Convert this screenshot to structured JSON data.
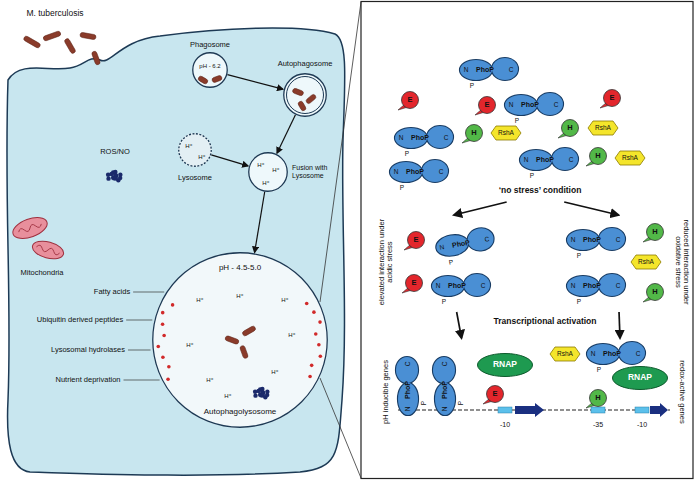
{
  "diagram": {
    "nodes": [
      {
        "text": [
          "Phagosome",
          "pH - 6.2"
        ]
      },
      {
        "text": [
          "Autophagosome"
        ]
      },
      {
        "text": [
          "Lysosome"
        ]
      },
      {
        "text": [
          "Fusion with Lysosome"
        ]
      },
      {
        "text": [
          "pH - 4.5-5.0",
          "Autophagolysosome"
        ]
      },
      {
        "text": [
          "‘no stress’ condition"
        ]
      },
      {
        "text": [
          "elevated interaction under acidic stress"
        ]
      },
      {
        "text": [
          "reduced interaction under oxidative stress"
        ]
      },
      {
        "text": [
          "pH inducible genes"
        ]
      },
      {
        "text": [
          "RNAP"
        ],
        "in": 8
      },
      {
        "text": [
          "redox-active genes"
        ]
      },
      {
        "text": [
          "RNAP"
        ],
        "in": 10
      }
    ],
    "edges": [
      {
        "from": 0,
        "to": 1,
        "arrow": "to"
      },
      {
        "from": 1,
        "to": 3,
        "arrow": "to"
      },
      {
        "from": 2,
        "to": 3,
        "arrow": "to"
      },
      {
        "from": 3,
        "to": 4,
        "arrow": "to"
      },
      {
        "from": 5,
        "to": 6,
        "arrow": "to"
      },
      {
        "from": 5,
        "to": 7,
        "arrow": "to"
      },
      {
        "from": 6,
        "to": 8,
        "arrow": "to"
      },
      {
        "from": 7,
        "to": 10,
        "arrow": "to"
      }
    ],
    "labels": [
      "M. tuberculosis",
      "ROS/NO",
      "Mitochondria",
      "Fatty acids",
      "Ubiquitin derived peptides",
      "Lysosomal hydrolases",
      "Nutrient deprivation",
      "H⁺",
      "H⁺",
      "H⁺",
      "H⁺",
      "H⁺",
      "H⁺",
      "H⁺",
      "H⁺",
      "H⁺",
      "H⁺",
      "H⁺",
      "H⁺",
      "H⁺",
      "PhoP",
      "N",
      "C",
      "P",
      "E",
      "E",
      "PhoP",
      "N",
      "C",
      "P",
      "E",
      "PhoP",
      "N",
      "C",
      "P",
      "H",
      "RshA",
      "H",
      "RshA",
      "PhoP",
      "N",
      "C",
      "P",
      "PhoP",
      "N",
      "C",
      "P",
      "H",
      "RshA",
      "E",
      "PhoP",
      "N",
      "C",
      "P",
      "E",
      "PhoP",
      "N",
      "C",
      "P",
      "PhoP",
      "N",
      "C",
      "P",
      "H",
      "RshA",
      "PhoP",
      "N",
      "C",
      "P",
      "H",
      "Transcriptional activation",
      "PhoP",
      "N",
      "C",
      "P",
      "PhoP",
      "N",
      "C",
      "P",
      "E",
      "-10",
      "RshA",
      "PhoP",
      "N",
      "C",
      "P",
      "H",
      "-35",
      "-10"
    ]
  }
}
